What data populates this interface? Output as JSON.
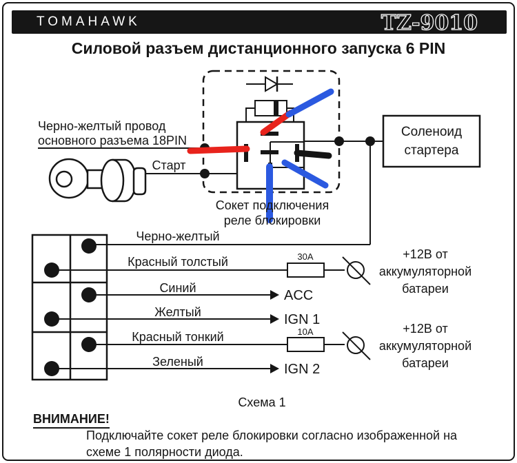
{
  "header": {
    "brand": "TOMAHAWK",
    "model": "TZ-9010"
  },
  "title": "Силовой разъем дистанционного запуска 6 PIN",
  "diagram": {
    "main_wire_label_line1": "Черно-желтый провод",
    "main_wire_label_line2": "основного разъема 18PIN",
    "start_label": "Старт",
    "socket_caption_line1": "Сокет подключения",
    "socket_caption_line2": "реле блокировки",
    "solenoid_line1": "Соленоид",
    "solenoid_line2": "стартера",
    "wires": [
      {
        "label": "Черно-желтый"
      },
      {
        "label": "Красный толстый",
        "fuse": "30A"
      },
      {
        "label": "Синий",
        "target": "ACC"
      },
      {
        "label": "Желтый",
        "target": "IGN 1"
      },
      {
        "label": "Красный тонкий",
        "fuse": "10A"
      },
      {
        "label": "Зеленый",
        "target": "IGN 2"
      }
    ],
    "battery_top": {
      "line1": "+12В от",
      "line2": "аккумуляторной",
      "line3": "батареи"
    },
    "battery_bottom": {
      "line1": "+12В от",
      "line2": "аккумуляторной",
      "line3": "батареи"
    },
    "scheme_caption": "Схема 1"
  },
  "footer": {
    "warning_title": "ВНИМАНИЕ!",
    "warning_line1": "Подключайте сокет реле блокировки согласно изображенной на",
    "warning_line2": "схеме 1 полярности диода."
  },
  "colors": {
    "wire_red": "#e8231c",
    "wire_blue": "#2b59e0",
    "wire_black": "#141414",
    "ink": "#161616"
  }
}
